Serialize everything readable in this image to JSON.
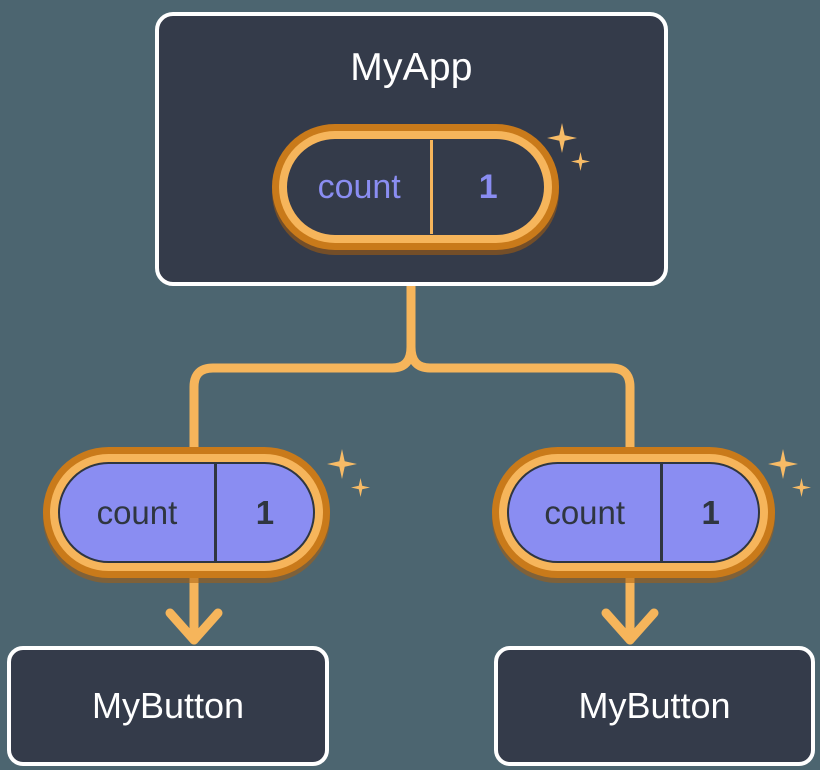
{
  "diagram": {
    "background_color": "#4c6570",
    "accent_color": "#f6b55b",
    "accent_dark_color": "#c97a1a",
    "card_color": "#343b4a",
    "signal_color": "#8a8df2"
  },
  "parent": {
    "title": "MyApp",
    "signal": {
      "key": "count",
      "value": "1"
    },
    "sparkle_group_name": "reactive-sparkle"
  },
  "children": [
    {
      "signal": {
        "key": "count",
        "value": "1"
      },
      "button_label": "MyButton"
    },
    {
      "signal": {
        "key": "count",
        "value": "1"
      },
      "button_label": "MyButton"
    }
  ],
  "icons": {
    "sparkle_big": "sparkle-icon",
    "sparkle_small": "sparkle-small-icon",
    "arrow": "arrow-down-icon"
  }
}
